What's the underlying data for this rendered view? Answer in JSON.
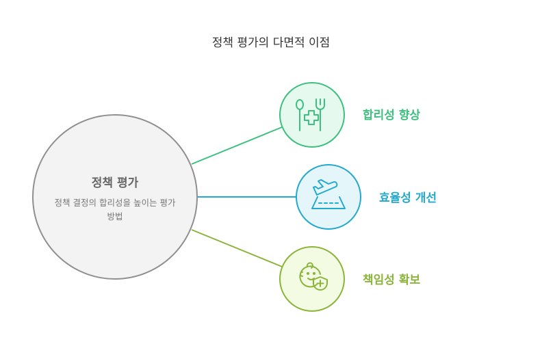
{
  "title": "정책 평가의 다면적 이점",
  "center": {
    "title": "정책 평가",
    "description": "정책 결정의 합리성을 높이는 평가 방법"
  },
  "branches": [
    {
      "label": "합리성 향상",
      "icon": "utensils-medical-icon",
      "color": "#3cc07e"
    },
    {
      "label": "효율성 개선",
      "icon": "airplane-runway-icon",
      "color": "#22a9cf"
    },
    {
      "label": "책임성 확보",
      "icon": "baby-shield-icon",
      "color": "#8ab43a"
    }
  ]
}
